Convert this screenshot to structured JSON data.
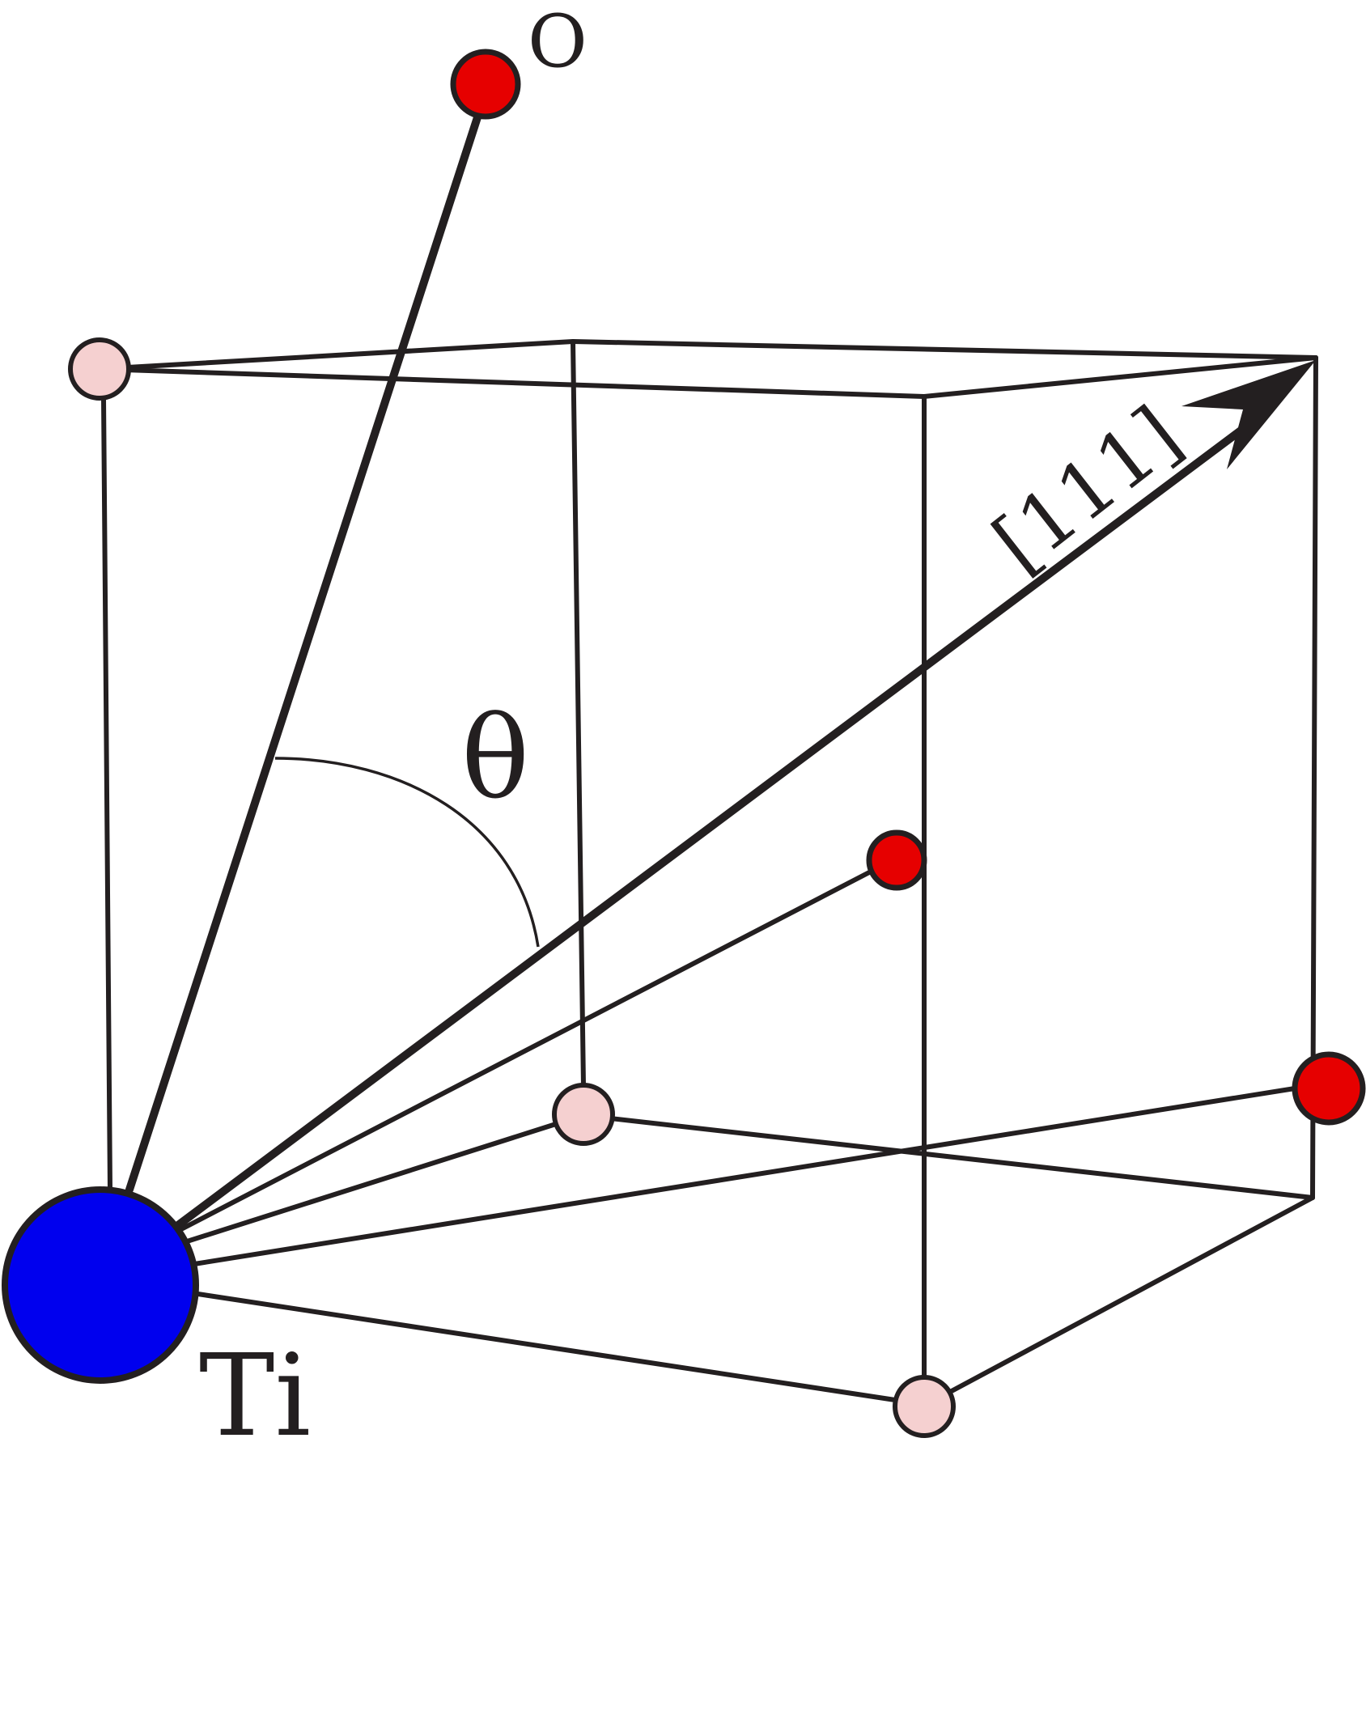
{
  "labels": {
    "oxygen": "O",
    "titanium": "Ti",
    "angle": "θ",
    "direction": "[111]"
  },
  "colors": {
    "titanium_atom": "#0000ee",
    "oxygen_atom": "#e60000",
    "light_atom": "#f5d0d0",
    "line": "#231f20",
    "background": "#ffffff"
  }
}
